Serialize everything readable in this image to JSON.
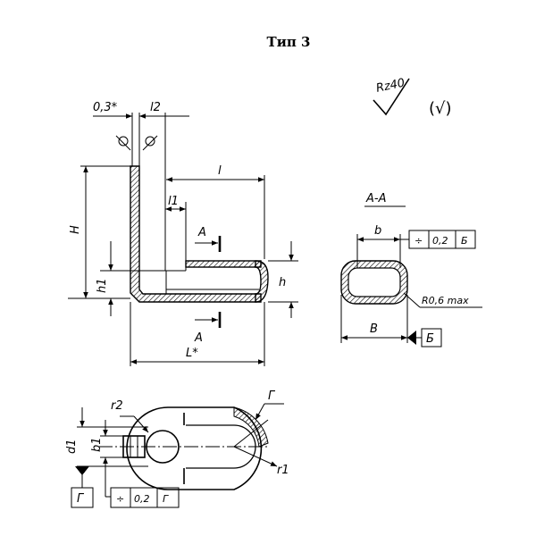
{
  "title": "Тип 3",
  "roughness": {
    "value": "Rz40",
    "bracket_symbol": "(√)"
  },
  "front_view": {
    "dim_top_left": "0,3*",
    "dim_l2": "l2",
    "dim_l": "l",
    "dim_l1": "l1",
    "dim_H": "H",
    "dim_h1": "h1",
    "dim_h": "h",
    "dim_L": "L*",
    "section_marker_top": "A",
    "section_marker_bottom": "A"
  },
  "section_view": {
    "title": "A-A",
    "dim_b": "b",
    "dim_B": "B",
    "radius_note": "R0,6 max",
    "tolerance_frame": [
      "÷",
      "0,2",
      "Б"
    ],
    "datum_label": "Б"
  },
  "top_view": {
    "dim_r2": "r2",
    "dim_r1": "r1",
    "dim_d1": "d1",
    "dim_b1": "b1",
    "mark_G": "Г",
    "datum_label": "Г",
    "tolerance_frame": [
      "÷",
      "0,2",
      "Г"
    ]
  }
}
